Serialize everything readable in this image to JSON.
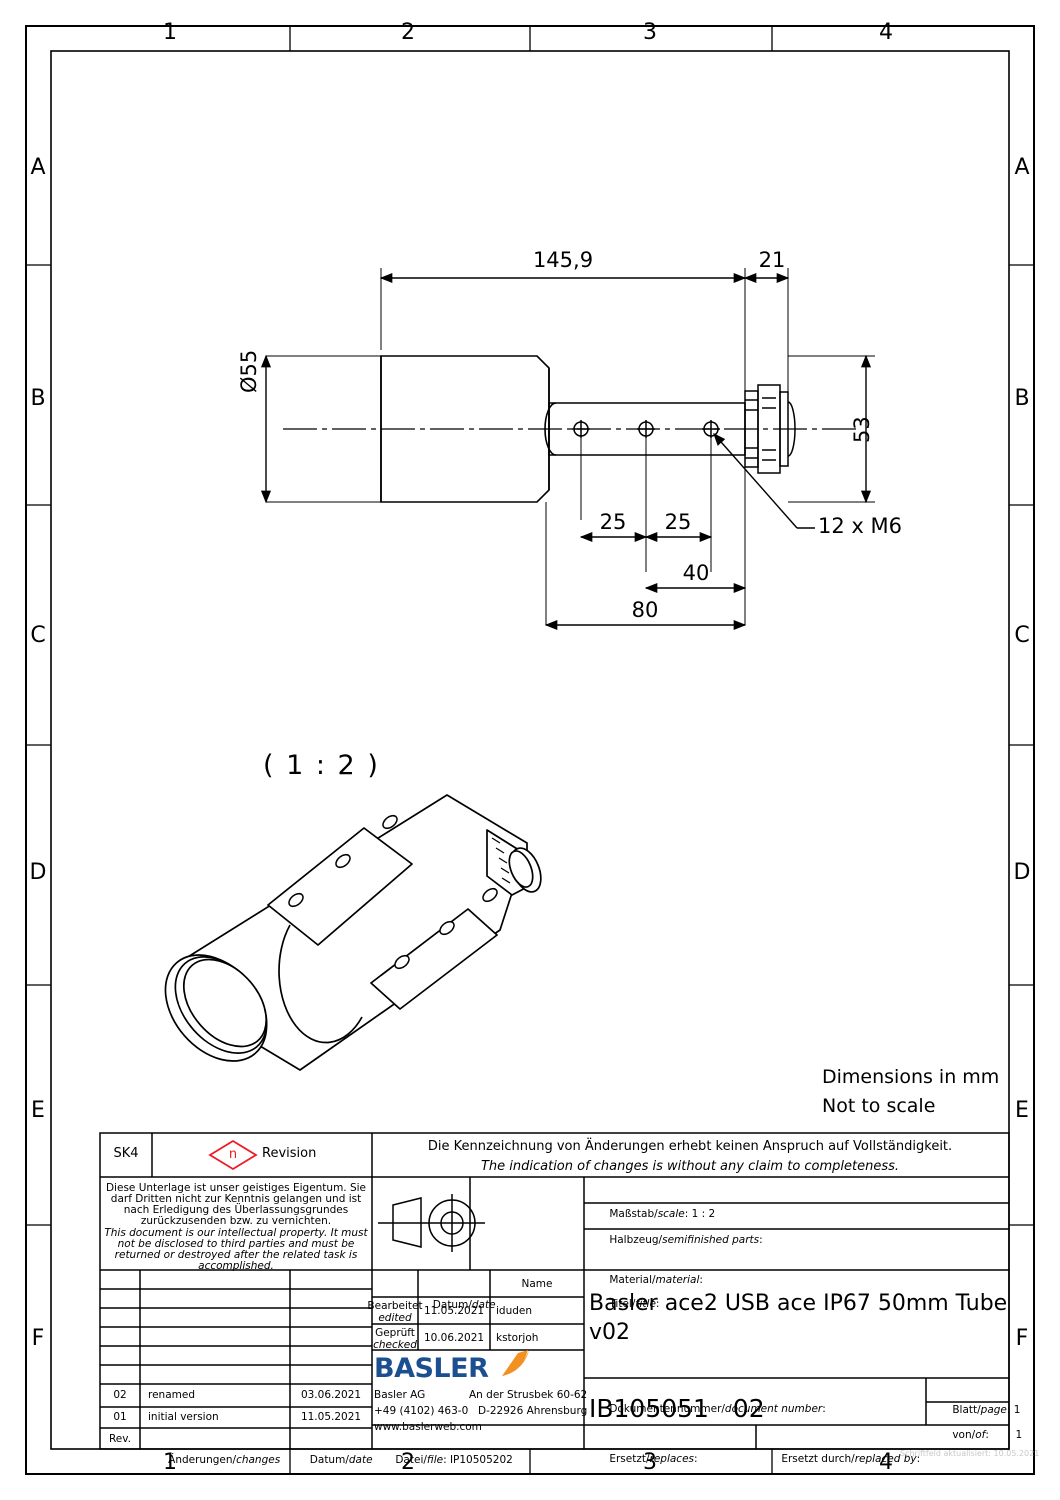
{
  "frame": {
    "zones_top": [
      "1",
      "2",
      "3",
      "4"
    ],
    "zones_bottom": [
      "1",
      "2",
      "3",
      "4"
    ],
    "zones_left": [
      "A",
      "B",
      "C",
      "D",
      "E",
      "F"
    ],
    "zones_right": [
      "A",
      "B",
      "C",
      "D",
      "E",
      "F"
    ]
  },
  "drawing": {
    "scale_label": "( 1 : 2 )",
    "notes": {
      "line1": "Dimensions in mm",
      "line2": "Not to scale"
    },
    "dimensions": {
      "overall_length": "145,9",
      "connector_length": "21",
      "tube_diameter": "Ø55",
      "body_height": "53",
      "hole_pitch_1": "25",
      "hole_pitch_2": "25",
      "hole_to_end": "40",
      "total_hole_span": "80",
      "thread_callout": "12 x M6"
    }
  },
  "titleblock": {
    "sheet_code": "SK4",
    "revision_symbol": "n",
    "revision_label": "Revision",
    "change_note_de": "Die Kennzeichnung von Änderungen erhebt keinen Anspruch auf Vollständigkeit.",
    "change_note_en": "The indication of changes is without any claim to completeness.",
    "legal_de": "Diese Unterlage ist unser geistiges Eigentum. Sie darf Dritten nicht zur Kenntnis gelangen und ist nach Erledigung des Überlassungsgrundes zurückzusenden bzw. zu vernichten.",
    "legal_en": "This document is our intellectual property. It must not be disclosed to third parties and must be returned or destroyed after the related task is accomplished.",
    "legal_de_lines": [
      "Diese Unterlage ist unser geistiges Eigentum. Sie",
      "darf Dritten nicht zur Kenntnis gelangen und ist",
      "nach Erledigung des Überlassungsgrundes",
      "zurückzusenden bzw. zu vernichten."
    ],
    "legal_en_lines": [
      "This document is our intellectual property. It must",
      "not be disclosed to third parties and must be",
      "returned or destroyed after the related task is",
      "accomplished."
    ],
    "scale_field_label": "Maßstab/",
    "scale_field_label_it": "scale",
    "scale_field_value": ": 1 : 2",
    "semifinished_label": "Halbzeug/",
    "semifinished_label_it": "semifinished parts",
    "semifinished_value": ":",
    "material_label": "Material/",
    "material_label_it": "material",
    "material_value": ":",
    "title_label": "Titel/",
    "title_label_it": "title",
    "title_label_suffix": ":",
    "title_value_line1": "Basler ace2 USB ace IP67 50mm Tube",
    "title_value_line2": "v02",
    "table_header_date": "Datum/",
    "table_header_date_it": "date",
    "table_header_name": "Name",
    "edited_de": "Bearbeitet",
    "edited_en": "edited",
    "edited_date": "11.05.2021",
    "edited_name": "iduden",
    "checked_de": "Geprüft",
    "checked_en": "checked",
    "checked_date": "10.06.2021",
    "checked_name": "kstorjoh",
    "company_name": "BASLER",
    "company_legal": "Basler AG",
    "company_phone": "+49 (4102) 463-0",
    "company_web": "www.baslerweb.com",
    "company_street": "An der Strusbek 60-62",
    "company_city": "D-22926 Ahrensburg",
    "file_label": "Datei/",
    "file_label_it": "file",
    "file_value": ": IP10505202",
    "docnum_label": "Dokumentennummer/",
    "docnum_label_it": "document number",
    "docnum_label_suffix": ":",
    "docnum_value": "IB105051   02",
    "page_label": "Blatt/",
    "page_label_it": "page",
    "page_value": ": 1",
    "of_label": "von/",
    "of_label_it": "of",
    "of_value": ":        1",
    "replaces_label": "Ersetzt/",
    "replaces_label_it": "replaces",
    "replaces_value": ":",
    "replaced_by_label": "Ersetzt durch/",
    "replaced_by_label_it": "replaced by",
    "replaced_by_value": ":",
    "revision_columns": {
      "rev": "Rev.",
      "changes_de": "Änderungen/",
      "changes_en": "changes",
      "date_de": "Datum/",
      "date_en": "date"
    },
    "revisions": [
      {
        "rev": "02",
        "change": "renamed",
        "date": "03.06.2021"
      },
      {
        "rev": "01",
        "change": "initial version",
        "date": "11.05.2021"
      }
    ],
    "footer_faint": "Schriftfeld aktualisiert: 10.05.2021"
  },
  "colors": {
    "line": "#000000",
    "revision_red": "#ee1c25",
    "brand_blue": "#1b4f8f",
    "brand_orange": "#f29122",
    "faint_gray": "#cccccc"
  }
}
